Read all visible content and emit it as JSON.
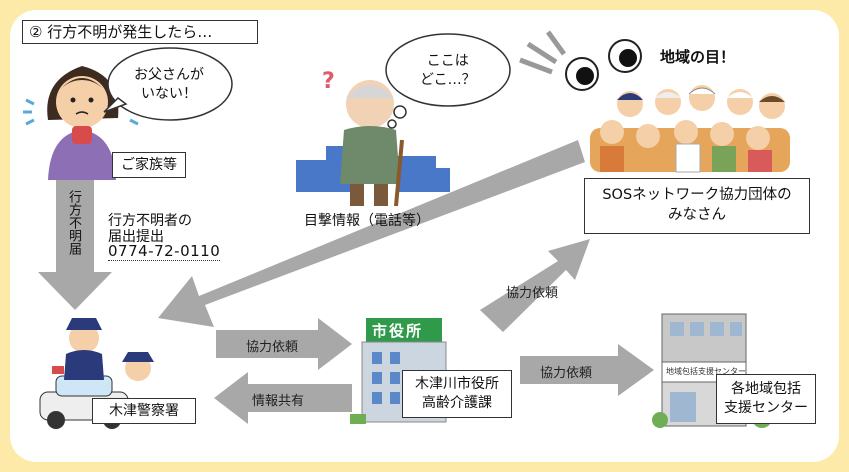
{
  "heading": "② 行方不明が発生したら…",
  "family": {
    "speech": "お父さんが\nいない！",
    "label": "ご家族等"
  },
  "vertical_arrow_label": "行方不明届",
  "report": {
    "line1": "行方不明者の",
    "line2": "届出提出",
    "phone": "0774-72-0110"
  },
  "elder": {
    "speech": "ここは\nどこ…？",
    "caption": "目撃情報（電話等）"
  },
  "eyes_caption": "地域の目！",
  "sos_box": "SOSネットワーク協力団体の\nみなさん",
  "police": {
    "label": "木津警察署"
  },
  "cityhall": {
    "sign": "市役所",
    "label": "木津川市役所\n高齢介護課"
  },
  "center": {
    "sign": "地域包括支援センター",
    "label": "各地域包括\n支援センター"
  },
  "arrows": {
    "to_city": "協力依頼",
    "info_share": "情報共有",
    "to_sos": "協力依頼",
    "to_center": "協力依頼"
  }
}
